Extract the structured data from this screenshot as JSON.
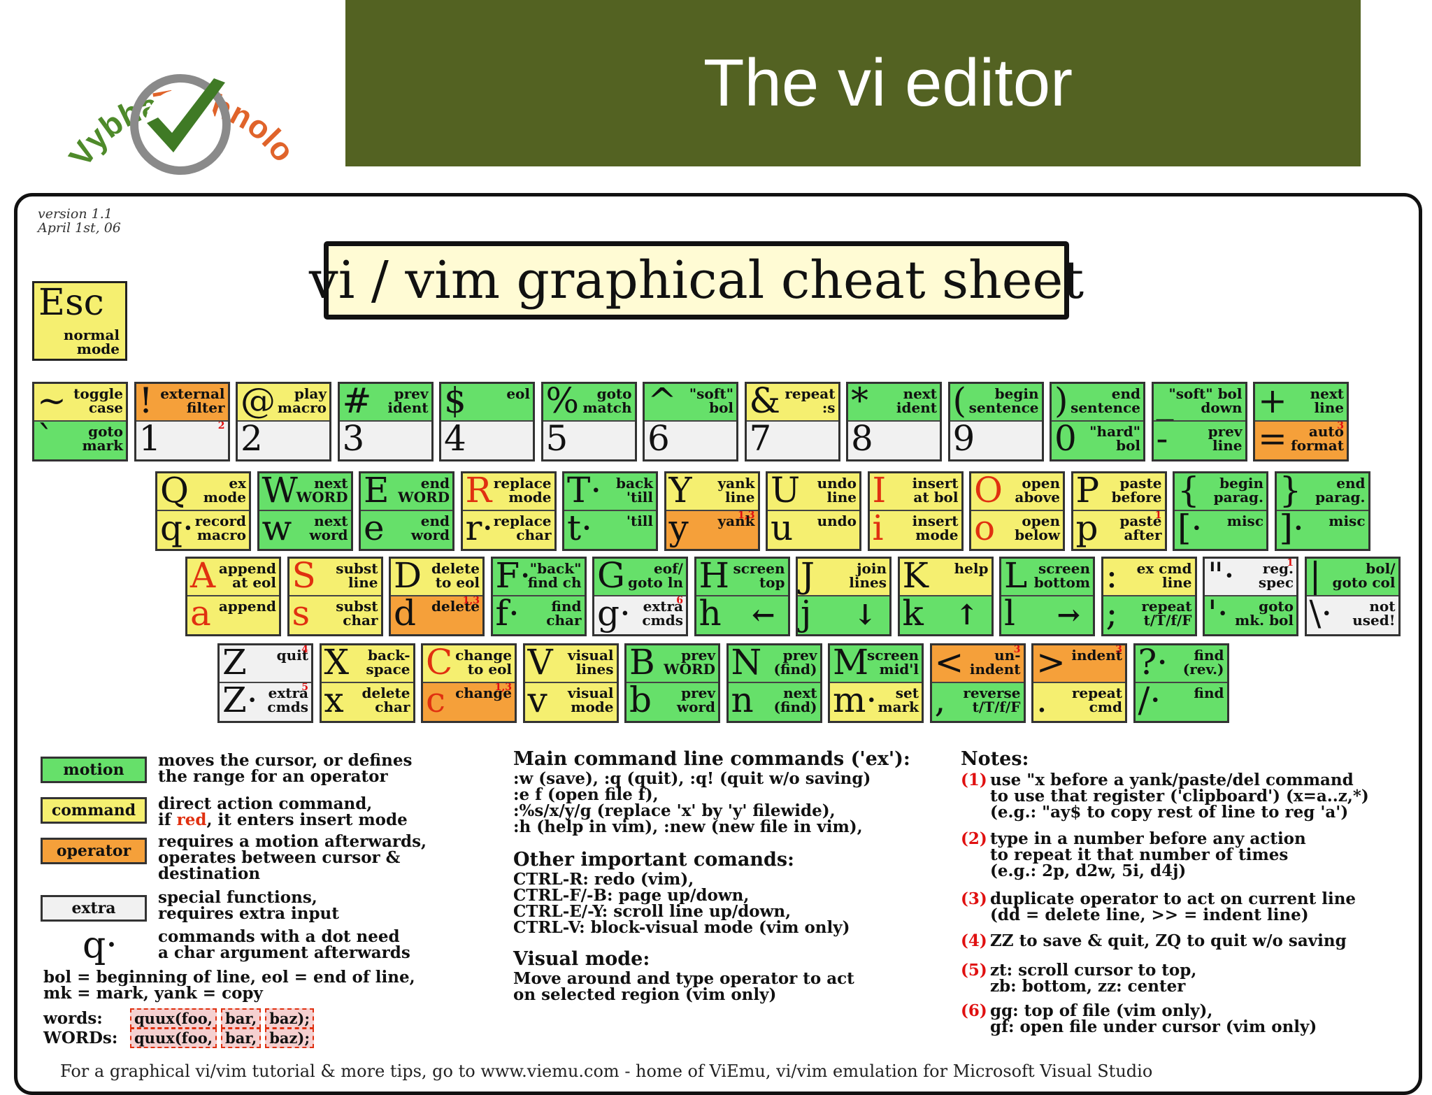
{
  "header": {
    "logo_text": "Vybhava Technologies",
    "title": "The vi editor"
  },
  "sheet": {
    "version_line1": "version 1.1",
    "version_line2": "April 1st, 06",
    "title": "vi / vim graphical cheat sheet"
  },
  "esc": {
    "key": "Esc",
    "desc": "normal\nmode"
  },
  "rows": [
    [
      {
        "t": {
          "ch": "~",
          "ds": "toggle\ncase",
          "c": "y"
        },
        "b": {
          "ch": "`",
          "ds": "goto\nmark",
          "c": "g"
        }
      },
      {
        "t": {
          "ch": "!",
          "ds": "external\nfilter",
          "c": "o"
        },
        "b": {
          "ch": "1",
          "ds": "",
          "c": "x",
          "fn": "2"
        }
      },
      {
        "t": {
          "ch": "@",
          "ds": "play\nmacro",
          "c": "y"
        },
        "b": {
          "ch": "2",
          "ds": "",
          "c": "x"
        }
      },
      {
        "t": {
          "ch": "#",
          "ds": "prev\nident",
          "c": "g"
        },
        "b": {
          "ch": "3",
          "ds": "",
          "c": "x"
        }
      },
      {
        "t": {
          "ch": "$",
          "ds": "eol",
          "c": "g"
        },
        "b": {
          "ch": "4",
          "ds": "",
          "c": "x"
        }
      },
      {
        "t": {
          "ch": "%",
          "ds": "goto\nmatch",
          "c": "g"
        },
        "b": {
          "ch": "5",
          "ds": "",
          "c": "x"
        }
      },
      {
        "t": {
          "ch": "^",
          "ds": "\"soft\"\nbol",
          "c": "g"
        },
        "b": {
          "ch": "6",
          "ds": "",
          "c": "x"
        }
      },
      {
        "t": {
          "ch": "&",
          "ds": "repeat\n:s",
          "c": "y"
        },
        "b": {
          "ch": "7",
          "ds": "",
          "c": "x"
        }
      },
      {
        "t": {
          "ch": "*",
          "ds": "next\nident",
          "c": "g"
        },
        "b": {
          "ch": "8",
          "ds": "",
          "c": "x"
        }
      },
      {
        "t": {
          "ch": "(",
          "ds": "begin\nsentence",
          "c": "g"
        },
        "b": {
          "ch": "9",
          "ds": "",
          "c": "x"
        }
      },
      {
        "t": {
          "ch": ")",
          "ds": "end\nsentence",
          "c": "g"
        },
        "b": {
          "ch": "0",
          "ds": "\"hard\"\nbol",
          "c": "g"
        }
      },
      {
        "t": {
          "ch": "_",
          "ds": "\"soft\" bol\ndown",
          "c": "g"
        },
        "b": {
          "ch": "-",
          "ds": "prev\nline",
          "c": "g"
        }
      },
      {
        "t": {
          "ch": "+",
          "ds": "next\nline",
          "c": "g"
        },
        "b": {
          "ch": "=",
          "ds": "auto\nformat",
          "c": "o",
          "fn": "3"
        }
      }
    ],
    [
      {
        "t": {
          "ch": "Q",
          "ds": "ex\nmode",
          "c": "y"
        },
        "b": {
          "ch": "q·",
          "ds": "record\nmacro",
          "c": "y"
        }
      },
      {
        "t": {
          "ch": "W",
          "ds": "next\nWORD",
          "c": "g"
        },
        "b": {
          "ch": "w",
          "ds": "next\nword",
          "c": "g"
        }
      },
      {
        "t": {
          "ch": "E",
          "ds": "end\nWORD",
          "c": "g"
        },
        "b": {
          "ch": "e",
          "ds": "end\nword",
          "c": "g"
        }
      },
      {
        "t": {
          "ch": "R",
          "ds": "replace\nmode",
          "c": "y",
          "red": true
        },
        "b": {
          "ch": "r·",
          "ds": "replace\nchar",
          "c": "y"
        }
      },
      {
        "t": {
          "ch": "T·",
          "ds": "back\n'till",
          "c": "g"
        },
        "b": {
          "ch": "t·",
          "ds": "'till",
          "c": "g"
        }
      },
      {
        "t": {
          "ch": "Y",
          "ds": "yank\nline",
          "c": "y"
        },
        "b": {
          "ch": "y",
          "ds": "yank",
          "c": "o",
          "fn": "1,3"
        }
      },
      {
        "t": {
          "ch": "U",
          "ds": "undo\nline",
          "c": "y"
        },
        "b": {
          "ch": "u",
          "ds": "undo",
          "c": "y"
        }
      },
      {
        "t": {
          "ch": "I",
          "ds": "insert\nat bol",
          "c": "y",
          "red": true
        },
        "b": {
          "ch": "i",
          "ds": "insert\nmode",
          "c": "y",
          "red": true
        }
      },
      {
        "t": {
          "ch": "O",
          "ds": "open\nabove",
          "c": "y",
          "red": true
        },
        "b": {
          "ch": "o",
          "ds": "open\nbelow",
          "c": "y",
          "red": true
        }
      },
      {
        "t": {
          "ch": "P",
          "ds": "paste\nbefore",
          "c": "y"
        },
        "b": {
          "ch": "p",
          "ds": "paste\nafter",
          "c": "y",
          "fn": "1"
        }
      },
      {
        "t": {
          "ch": "{",
          "ds": "begin\nparag.",
          "c": "g"
        },
        "b": {
          "ch": "[·",
          "ds": "misc",
          "c": "g"
        }
      },
      {
        "t": {
          "ch": "}",
          "ds": "end\nparag.",
          "c": "g"
        },
        "b": {
          "ch": "]·",
          "ds": "misc",
          "c": "g"
        }
      }
    ],
    [
      {
        "t": {
          "ch": "A",
          "ds": "append\nat eol",
          "c": "y",
          "red": true
        },
        "b": {
          "ch": "a",
          "ds": "append",
          "c": "y",
          "red": true
        }
      },
      {
        "t": {
          "ch": "S",
          "ds": "subst\nline",
          "c": "y",
          "red": true
        },
        "b": {
          "ch": "s",
          "ds": "subst\nchar",
          "c": "y",
          "red": true
        }
      },
      {
        "t": {
          "ch": "D",
          "ds": "delete\nto eol",
          "c": "y"
        },
        "b": {
          "ch": "d",
          "ds": "delete",
          "c": "o",
          "fn": "1,3"
        }
      },
      {
        "t": {
          "ch": "F·",
          "ds": "\"back\"\nfind ch",
          "c": "g"
        },
        "b": {
          "ch": "f·",
          "ds": "find\nchar",
          "c": "g"
        }
      },
      {
        "t": {
          "ch": "G",
          "ds": "eof/\ngoto ln",
          "c": "g"
        },
        "b": {
          "ch": "g·",
          "ds": "extra\ncmds",
          "c": "x",
          "fn": "6"
        }
      },
      {
        "t": {
          "ch": "H",
          "ds": "screen\ntop",
          "c": "g"
        },
        "b": {
          "ch": "h",
          "ds": "←",
          "c": "g"
        }
      },
      {
        "t": {
          "ch": "J",
          "ds": "join\nlines",
          "c": "y"
        },
        "b": {
          "ch": "j",
          "ds": "↓",
          "c": "g"
        }
      },
      {
        "t": {
          "ch": "K",
          "ds": "help",
          "c": "y"
        },
        "b": {
          "ch": "k",
          "ds": "↑",
          "c": "g"
        }
      },
      {
        "t": {
          "ch": "L",
          "ds": "screen\nbottom",
          "c": "g"
        },
        "b": {
          "ch": "l",
          "ds": "→",
          "c": "g"
        }
      },
      {
        "t": {
          "ch": ":",
          "ds": "ex cmd\nline",
          "c": "y"
        },
        "b": {
          "ch": ";",
          "ds": "repeat\nt/T/f/F",
          "c": "g"
        }
      },
      {
        "t": {
          "ch": "\"·",
          "ds": "reg.\nspec",
          "c": "x",
          "fn": "1"
        },
        "b": {
          "ch": "'·",
          "ds": "goto\nmk. bol",
          "c": "g"
        }
      },
      {
        "t": {
          "ch": "|",
          "ds": "bol/\ngoto col",
          "c": "g"
        },
        "b": {
          "ch": "\\·",
          "ds": "not\nused!",
          "c": "x"
        }
      }
    ],
    [
      {
        "t": {
          "ch": "Z",
          "ds": "quit",
          "c": "x",
          "fn": "4"
        },
        "b": {
          "ch": "Z·",
          "ds": "extra\ncmds",
          "c": "x",
          "fn": "5"
        }
      },
      {
        "t": {
          "ch": "X",
          "ds": "back-\nspace",
          "c": "y"
        },
        "b": {
          "ch": "x",
          "ds": "delete\nchar",
          "c": "y"
        }
      },
      {
        "t": {
          "ch": "C",
          "ds": "change\nto eol",
          "c": "y",
          "red": true
        },
        "b": {
          "ch": "c",
          "ds": "change",
          "c": "o",
          "red": true,
          "fn": "1,3"
        }
      },
      {
        "t": {
          "ch": "V",
          "ds": "visual\nlines",
          "c": "y"
        },
        "b": {
          "ch": "v",
          "ds": "visual\nmode",
          "c": "y"
        }
      },
      {
        "t": {
          "ch": "B",
          "ds": "prev\nWORD",
          "c": "g"
        },
        "b": {
          "ch": "b",
          "ds": "prev\nword",
          "c": "g"
        }
      },
      {
        "t": {
          "ch": "N",
          "ds": "prev\n(find)",
          "c": "g"
        },
        "b": {
          "ch": "n",
          "ds": "next\n(find)",
          "c": "g"
        }
      },
      {
        "t": {
          "ch": "M",
          "ds": "screen\nmid'l",
          "c": "g"
        },
        "b": {
          "ch": "m·",
          "ds": "set\nmark",
          "c": "y"
        }
      },
      {
        "t": {
          "ch": "<",
          "ds": "un-\nindent",
          "c": "o",
          "fn": "3"
        },
        "b": {
          "ch": ",",
          "ds": "reverse\nt/T/f/F",
          "c": "g"
        }
      },
      {
        "t": {
          "ch": ">",
          "ds": "indent",
          "c": "o",
          "fn": "3"
        },
        "b": {
          "ch": ".",
          "ds": "repeat\ncmd",
          "c": "y"
        }
      },
      {
        "t": {
          "ch": "?·",
          "ds": "find\n(rev.)",
          "c": "g"
        },
        "b": {
          "ch": "/·",
          "ds": "find",
          "c": "g"
        }
      }
    ]
  ],
  "legend": {
    "motion": {
      "label": "motion",
      "desc1": "moves the cursor, or defines",
      "desc2": "the range for an operator"
    },
    "command": {
      "label": "command",
      "desc1": "direct action command,",
      "desc2a": "if ",
      "desc2red": "red",
      "desc2b": ", it enters insert mode"
    },
    "operator": {
      "label": "operator",
      "desc1": "requires a motion afterwards,",
      "desc2": "operates between cursor &",
      "desc3": "destination"
    },
    "extra": {
      "label": "extra",
      "desc1": "special functions,",
      "desc2": "requires extra input"
    },
    "dot": {
      "glyph": "q·",
      "desc1": "commands with a dot need",
      "desc2": "a char argument afterwards"
    },
    "abbr1": "bol = beginning of line, eol = end of line,",
    "abbr2": "mk = mark, yank = copy",
    "words_label": "words:",
    "WORDs_label": "WORDs:",
    "words": [
      "quux(foo,",
      "bar,",
      "baz);"
    ],
    "WORDs": [
      "quux(foo,",
      "bar,",
      "baz);"
    ]
  },
  "ex": {
    "heading": "Main command line commands ('ex'):",
    "lines": [
      ":w (save), :q (quit), :q! (quit w/o saving)",
      ":e f (open file f),",
      ":%s/x/y/g (replace 'x' by 'y' filewide),",
      ":h (help in vim), :new (new file in vim),"
    ]
  },
  "other": {
    "heading": "Other important comands:",
    "lines": [
      "CTRL-R: redo (vim),",
      "CTRL-F/-B: page up/down,",
      "CTRL-E/-Y: scroll line up/down,",
      "CTRL-V: block-visual mode (vim only)"
    ]
  },
  "visual": {
    "heading": "Visual mode:",
    "lines": [
      "Move around and type operator to act",
      "on selected region (vim only)"
    ]
  },
  "notes": {
    "heading": "Notes:",
    "items": [
      {
        "num": "(1)",
        "l1": "use \"x before a yank/paste/del command",
        "l2": "to use that register ('clipboard') (x=a..z,*)",
        "l3": "(e.g.: \"ay$ to copy rest of line to reg 'a')"
      },
      {
        "num": "(2)",
        "l1": "type in a number before any action",
        "l2": "to repeat it that number of times",
        "l3": "(e.g.: 2p, d2w, 5i, d4j)"
      },
      {
        "num": "(3)",
        "l1": "duplicate operator to act on current line",
        "l2": "(dd = delete line, >> = indent line)",
        "l3": ""
      },
      {
        "num": "(4)",
        "l1": "ZZ to save & quit, ZQ to quit w/o saving",
        "l2": "",
        "l3": ""
      },
      {
        "num": "(5)",
        "l1": "zt: scroll cursor to top,",
        "l2": "zb: bottom, zz: center",
        "l3": ""
      },
      {
        "num": "(6)",
        "l1": "gg: top of file (vim only),",
        "l2": "gf: open file under cursor (vim only)",
        "l3": ""
      }
    ]
  },
  "footer": "For a graphical vi/vim tutorial & more tips, go to  www.viemu.com  - home of ViEmu, vi/vim emulation for Microsoft Visual Studio",
  "colors": {
    "banner": "#536222",
    "motion": "#66e06a",
    "command": "#f5ef70",
    "operator": "#f5a03a",
    "extra": "#f1f1f1",
    "red": "#e03010"
  }
}
